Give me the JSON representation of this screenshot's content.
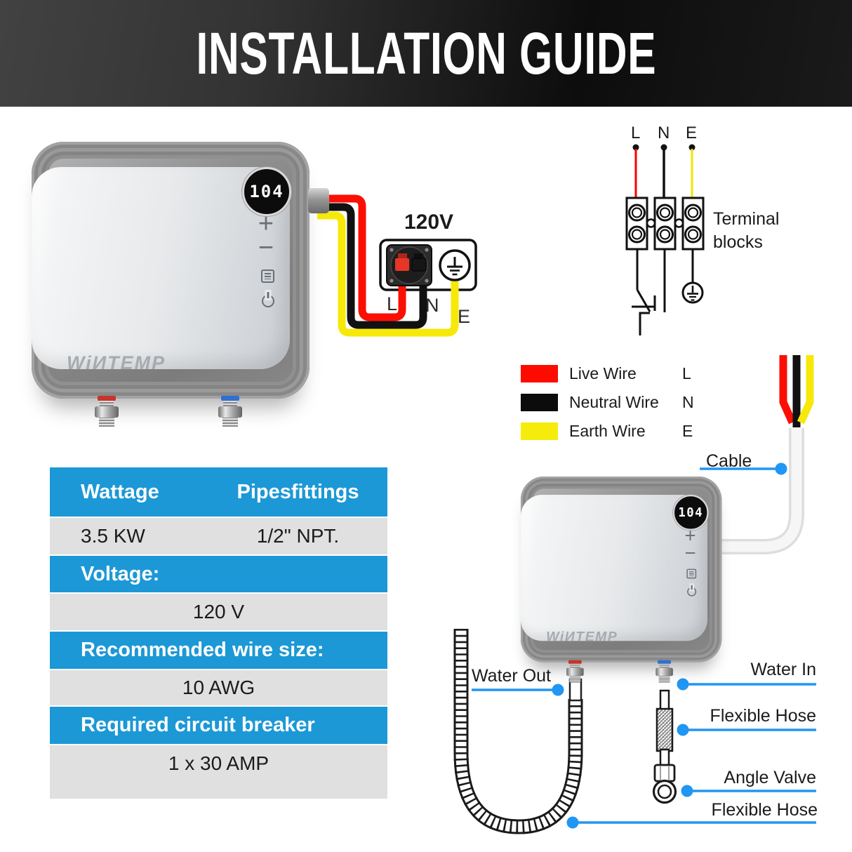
{
  "banner": {
    "title": "INSTALLATION GUIDE"
  },
  "heater": {
    "display_value": "104",
    "plus": "+",
    "minus": "−",
    "brand": "WiИTEMP"
  },
  "outlet": {
    "voltage": "120V",
    "terminals": [
      "L",
      "N",
      "E"
    ]
  },
  "terminal_diagram": {
    "labels": [
      "L",
      "N",
      "E"
    ],
    "caption_line1": "Terminal",
    "caption_line2": "blocks"
  },
  "legend": {
    "items": [
      {
        "label": "Live Wire",
        "code": "L",
        "color": "#fe0b00"
      },
      {
        "label": "Neutral Wire",
        "code": "N",
        "color": "#0c0c0c"
      },
      {
        "label": "Earth Wire",
        "code": "E",
        "color": "#f6ec0c"
      }
    ]
  },
  "spec_table": {
    "header": {
      "col1": "Wattage",
      "col2": "Pipesfittings"
    },
    "row1": {
      "col1": "3.5 KW",
      "col2": "1/2\" NPT."
    },
    "sections": [
      {
        "label": "Voltage:",
        "value": "120 V"
      },
      {
        "label": "Recommended wire size:",
        "value": "10 AWG"
      },
      {
        "label": "Required circuit breaker",
        "value": "1 x 30 AMP"
      }
    ]
  },
  "callouts": {
    "cable": "Cable",
    "water_out": "Water Out",
    "water_in": "Water In",
    "flexible_hose_top": "Flexible Hose",
    "angle_valve": "Angle Valve",
    "flexible_hose_bottom": "Flexible Hose"
  },
  "colors": {
    "accent_blue": "#2196f3",
    "table_blue": "#1c98d6",
    "live_wire": "#fe0b00",
    "neutral_wire": "#0c0c0c",
    "earth_wire": "#f6ec0c"
  }
}
